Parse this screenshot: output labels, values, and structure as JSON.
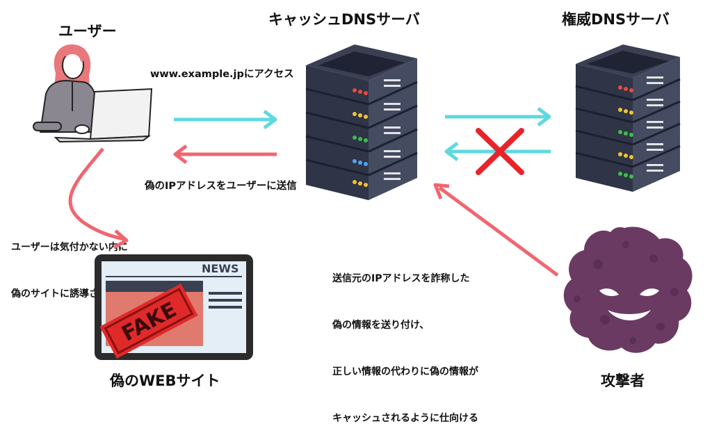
{
  "titles": {
    "user": "ユーザー",
    "cache_server": "キャッシュDNSサーバ",
    "auth_server": "権威DNSサーバ",
    "fake_site": "偽のWEBサイト",
    "attacker": "攻撃者"
  },
  "labels": {
    "access": "www.example.jpにアクセス",
    "send_fake_ip": "偽のIPアドレスをユーザーに送信"
  },
  "notes": {
    "redirect": [
      "ユーザーは気付かない内に",
      "偽のサイトに誘導される"
    ],
    "attack": [
      "送信元のIPアドレスを詐称した",
      "偽の情報を送り付け、",
      "正しい情報の代わりに偽の情報が",
      "キャッシュされるように仕向ける"
    ]
  },
  "fake_site": {
    "news_text": "NEWS",
    "stamp_text": "FAKE"
  },
  "colors": {
    "arrow_cyan": "#5fd8e0",
    "arrow_red": "#f06670",
    "cross_red": "#e8232a",
    "server_dark": "#3a3f52",
    "attacker_purple": "#6b3a63"
  }
}
